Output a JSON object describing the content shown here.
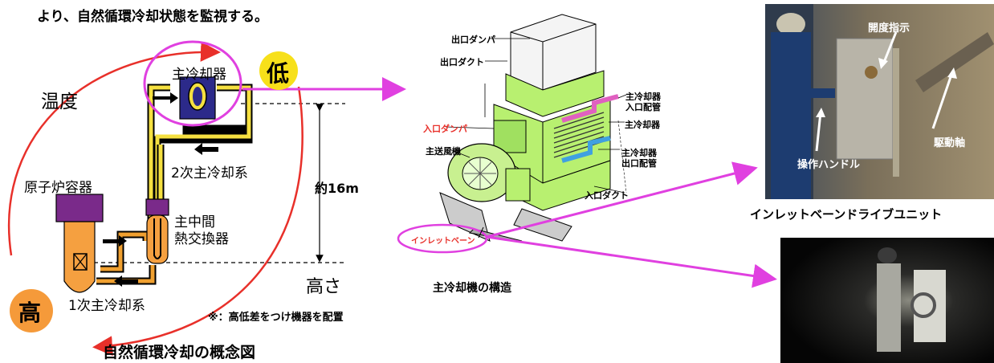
{
  "header_text": "より、自然循環冷却状態を監視する。",
  "concept": {
    "temperature_label": "温度",
    "low_label": "低",
    "high_label": "高",
    "main_cooler_label": "主冷却器",
    "secondary_loop_label": "2次主冷却系",
    "reactor_vessel_label": "原子炉容器",
    "ihx_label_line1": "主中間",
    "ihx_label_line2": "熱交換器",
    "primary_loop_label": "1次主冷却系",
    "height_label": "高さ",
    "distance_label": "約16m",
    "note": "※：高低差をつけ機器を配置",
    "caption": "自然循環冷却の概念図"
  },
  "structure": {
    "outlet_damper": "出口ダンパ",
    "outlet_duct": "出口ダクト",
    "inlet_damper": "入口ダンパ",
    "main_blower": "主送風機",
    "cooler_inlet_pipe_line1": "主冷却器",
    "cooler_inlet_pipe_line2": "入口配管",
    "main_cooler": "主冷却器",
    "cooler_outlet_pipe_line1": "主冷却器",
    "cooler_outlet_pipe_line2": "出口配管",
    "inlet_duct": "入口ダクト",
    "inlet_vane": "インレットベーン",
    "caption": "主冷却機の構造"
  },
  "photo1": {
    "opening_indicator": "開度指示",
    "drive_shaft": "駆動軸",
    "operation_handle": "操作ハンドル",
    "caption": "インレットベーンドライブユニット"
  },
  "colors": {
    "magenta": "#e040e0",
    "red_arrow": "#e8302a",
    "low_circle": "#f7e01a",
    "high_circle": "#f59a3a",
    "cooler_box": "#2c2a8a",
    "reactor_top": "#7a2a8a",
    "reactor_body": "#f5a040",
    "pipe_yellow": "#f5e040",
    "pipe_orange": "#f0a030",
    "machine_green": "#b8f070"
  }
}
